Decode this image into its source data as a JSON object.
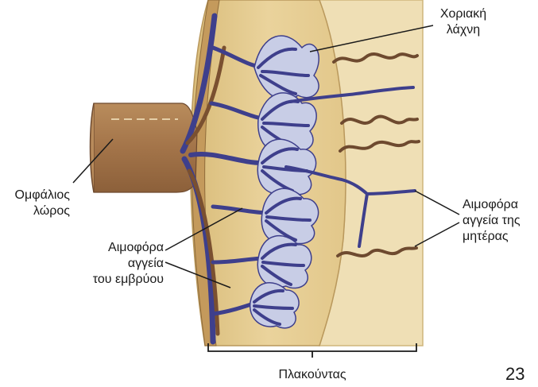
{
  "labels": {
    "chorionic_villus": [
      "Χοριακή",
      "λάχνη"
    ],
    "umbilical_cord": [
      "Ομφάλιος",
      "λώρος"
    ],
    "fetal_vessels": [
      "Αιμοφόρα",
      "αγγεία",
      "του εμβρύου"
    ],
    "maternal_vessels": [
      "Αιμοφόρα",
      "αγγεία της",
      "μητέρας"
    ],
    "placenta": "Πλακούντας"
  },
  "page_number": "23",
  "colors": {
    "placenta_tissue": "#e2c987",
    "placenta_edge": "#c9a865",
    "maternal_wall": "#efdcae",
    "umbilical_cord": "#a57a4d",
    "fetal_vessel_blue": "#3e3f8c",
    "villus_pale": "#c8cde6",
    "maternal_vessel_brown": "#6e4a2f"
  }
}
